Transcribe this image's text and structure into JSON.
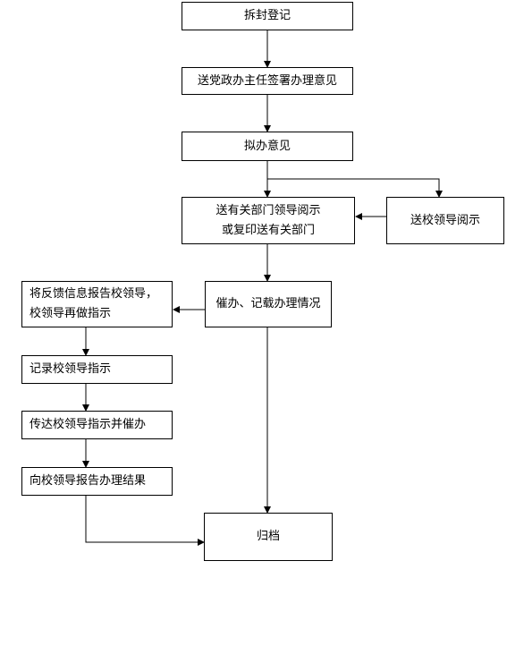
{
  "nodes": {
    "unseal_register": "拆封登记",
    "send_party_office": "送党政办主任签署办理意见",
    "draft_opinion": "拟办意见",
    "send_depts": "送有关部门领导阅示\n或复印送有关部门",
    "send_school_leaders": "送校领导阅示",
    "urge_record": "催办、记载办理情况",
    "feedback_report": "将反馈信息报告校领导，\n校领导再做指示",
    "record_instructions": "记录校领导指示",
    "relay_instructions": "传达校领导指示并催办",
    "report_result": "向校领导报告办理结果",
    "archive": "归档"
  }
}
